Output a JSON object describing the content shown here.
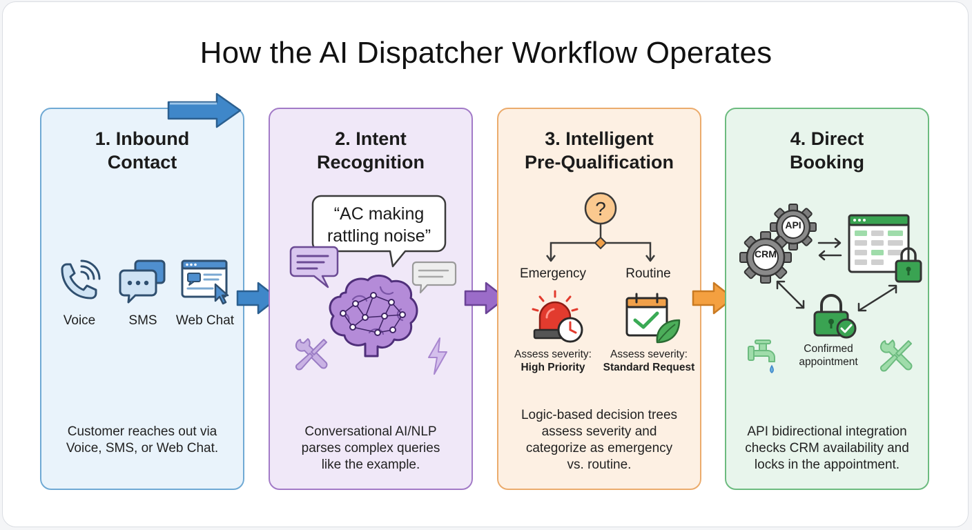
{
  "title": "How the AI Dispatcher Workflow Operates",
  "colors": {
    "blue_border": "#6fa9d4",
    "blue_fill": "#e9f3fb",
    "purple_border": "#a27ac7",
    "purple_fill": "#f0e8f8",
    "orange_border": "#ebab6c",
    "orange_fill": "#fdf0e3",
    "green_border": "#6cbb7f",
    "green_fill": "#e8f5ec"
  },
  "steps": [
    {
      "title_line1": "1. Inbound",
      "title_line2": "Contact",
      "channels": [
        "Voice",
        "SMS",
        "Web Chat"
      ],
      "icons": [
        "phone-icon",
        "sms-bubble-icon",
        "web-chat-window-icon"
      ],
      "description_lines": [
        "Customer reaches out via",
        "Voice, SMS, or Web Chat."
      ]
    },
    {
      "title_line1": "2. Intent",
      "title_line2": "Recognition",
      "quote_line1": "“AC making",
      "quote_line2": "rattling noise”",
      "icons": [
        "brain-network-icon",
        "chat-bubble-icon",
        "wrench-screwdriver-icon",
        "lightning-icon"
      ],
      "description_lines": [
        "Conversational AI/NLP",
        "parses complex queries",
        "like the example."
      ]
    },
    {
      "title_line1": "3. Intelligent",
      "title_line2": "Pre-Qualification",
      "branches": [
        {
          "label": "Emergency",
          "assess": "Assess severity:",
          "result": "High Priority"
        },
        {
          "label": "Routine",
          "assess": "Assess severity:",
          "result": "Standard Request"
        }
      ],
      "icons": [
        "question-icon",
        "alarm-siren-icon",
        "calendar-check-icon"
      ],
      "description_lines": [
        "Logic-based decision trees",
        "assess severity and",
        "categorize as emergency",
        "vs. routine."
      ]
    },
    {
      "title_line1": "4. Direct",
      "title_line2": "Booking",
      "gear_labels": [
        "API",
        "CRM"
      ],
      "confirmed_line1": "Confirmed",
      "confirmed_line2": "appointment",
      "icons": [
        "gear-icon",
        "calendar-grid-icon",
        "lock-icon",
        "faucet-icon",
        "wrench-screwdriver-icon"
      ],
      "description_lines": [
        "API bidirectional integration",
        "checks CRM availability and",
        "locks in the appointment."
      ]
    }
  ]
}
